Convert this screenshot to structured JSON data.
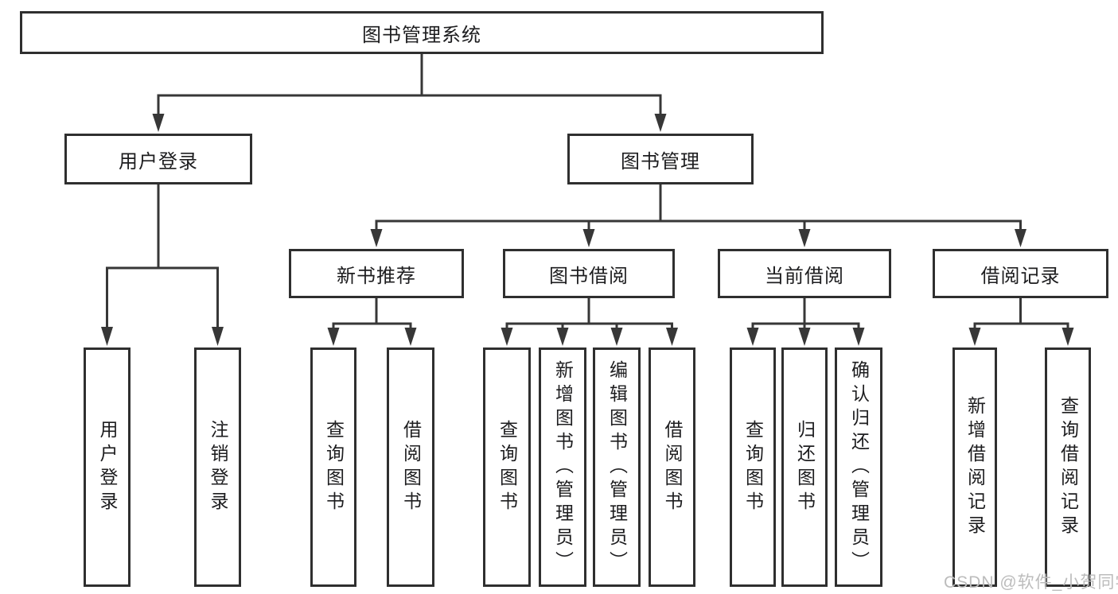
{
  "diagram_title": "图书管理系统",
  "nodes": {
    "root": {
      "label": "图书管理系统"
    },
    "user_login": {
      "label": "用户登录"
    },
    "book_mgmt": {
      "label": "图书管理"
    },
    "login": {
      "label": "用户登录"
    },
    "logout": {
      "label": "注销登录"
    },
    "new_book_rec": {
      "label": "新书推荐"
    },
    "book_borrow": {
      "label": "图书借阅"
    },
    "current_borrow": {
      "label": "当前借阅"
    },
    "borrow_records": {
      "label": "借阅记录"
    },
    "nbr_query_book": {
      "label": "查询图书"
    },
    "nbr_borrow_book": {
      "label": "借阅图书"
    },
    "bb_query_book": {
      "label": "查询图书"
    },
    "bb_add_book": {
      "label": "新增图书（管理员）"
    },
    "bb_edit_book": {
      "label": "编辑图书（管理员）"
    },
    "bb_borrow_book": {
      "label": "借阅图书"
    },
    "cb_query_book": {
      "label": "查询图书"
    },
    "cb_return_book": {
      "label": "归还图书"
    },
    "cb_confirm_return": {
      "label": "确认归还（管理员）"
    },
    "br_add_record": {
      "label": "新增借阅记录"
    },
    "br_query_record": {
      "label": "查询借阅记录"
    }
  },
  "structure": {
    "root": [
      "user_login",
      "book_mgmt"
    ],
    "user_login": [
      "login",
      "logout"
    ],
    "book_mgmt": [
      "new_book_rec",
      "book_borrow",
      "current_borrow",
      "borrow_records"
    ],
    "new_book_rec": [
      "nbr_query_book",
      "nbr_borrow_book"
    ],
    "book_borrow": [
      "bb_query_book",
      "bb_add_book",
      "bb_edit_book",
      "bb_borrow_book"
    ],
    "current_borrow": [
      "cb_query_book",
      "cb_return_book",
      "cb_confirm_return"
    ],
    "borrow_records": [
      "br_add_record",
      "br_query_record"
    ]
  },
  "watermark": "CSDN @软件_小贺同学",
  "colors": {
    "box_border": "#2f2f2f",
    "connector": "#373737",
    "text": "#1d1d1f",
    "watermark": "#bcbcbc",
    "background": "#ffffff"
  }
}
